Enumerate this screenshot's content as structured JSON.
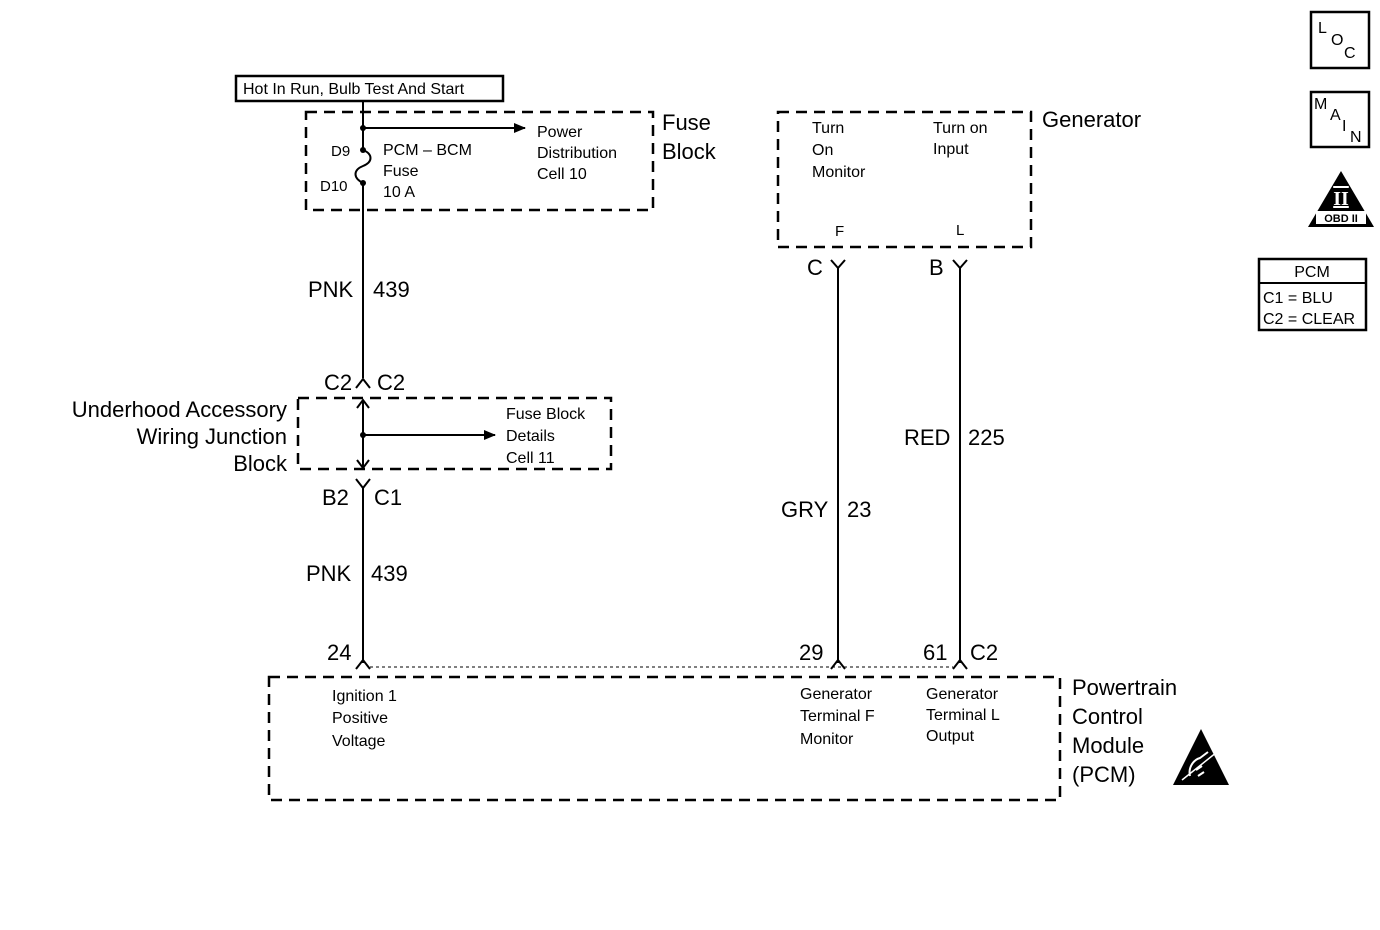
{
  "power_source": {
    "label": "Hot In Run, Bulb Test And Start"
  },
  "fuse_block": {
    "title_line1": "Fuse",
    "title_line2": "Block",
    "fuse_name_line1": "PCM – BCM",
    "fuse_name_line2": "Fuse",
    "fuse_name_line3": "10 A",
    "pin_top": "D9",
    "pin_bottom": "D10",
    "ref_line1": "Power",
    "ref_line2": "Distribution",
    "ref_line3": "Cell 10"
  },
  "wire_top": {
    "color": "PNK",
    "circuit": "439"
  },
  "underhood_block": {
    "title_line1": "Underhood Accessory",
    "title_line2": "Wiring Junction",
    "title_line3": "Block",
    "conn_top_left": "C2",
    "conn_top_right": "C2",
    "conn_bottom_left": "B2",
    "conn_bottom_right": "C1",
    "ref_line1": "Fuse Block",
    "ref_line2": "Details",
    "ref_line3": "Cell 11"
  },
  "wire_bottom": {
    "color": "PNK",
    "circuit": "439"
  },
  "generator": {
    "title": "Generator",
    "term_f_line1": "Turn",
    "term_f_line2": "On",
    "term_f_line3": "Monitor",
    "term_l_line1": "Turn on",
    "term_l_line2": "Input",
    "pin_f": "F",
    "pin_l": "L",
    "conn_f": "C",
    "conn_l": "B"
  },
  "wire_gry": {
    "color": "GRY",
    "circuit": "23"
  },
  "wire_red": {
    "color": "RED",
    "circuit": "225"
  },
  "pcm": {
    "title_line1": "Powertrain",
    "title_line2": "Control",
    "title_line3": "Module",
    "title_line4": "(PCM)",
    "pin_24": "24",
    "pin_29": "29",
    "pin_61": "61",
    "conn": "C2",
    "t1_line1": "Ignition 1",
    "t1_line2": "Positive",
    "t1_line3": "Voltage",
    "t2_line1": "Generator",
    "t2_line2": "Terminal F",
    "t2_line3": "Monitor",
    "t3_line1": "Generator",
    "t3_line2": "Terminal L",
    "t3_line3": "Output"
  },
  "legend_icons": {
    "loc_letters": [
      "L",
      "O",
      "C"
    ],
    "main_letters": [
      "M",
      "A",
      "I",
      "N"
    ],
    "obd_label": "OBD II",
    "obd_numeral": "II"
  },
  "pcm_connector_table": {
    "header": "PCM",
    "row1": "C1 = BLU",
    "row2": "C2 = CLEAR"
  },
  "colors": {
    "ink": "#000000",
    "background": "#ffffff"
  }
}
